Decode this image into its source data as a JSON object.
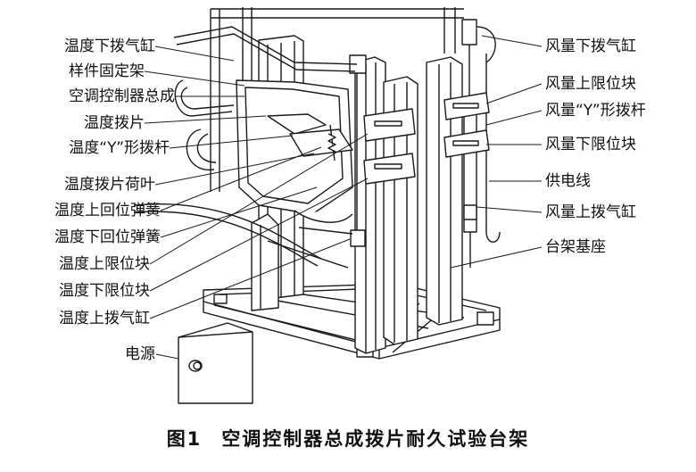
{
  "figure": {
    "number": "图1",
    "title": "空调控制器总成拨片耐久试验台架"
  },
  "labels_left": [
    "温度下拨气缸",
    "样件固定架",
    "空调控制器总成",
    "温度拨片",
    "温度“Y”形拨杆",
    "温度拨片荷叶",
    "温度上回位弹簧",
    "温度下回位弹簧",
    "温度上限位块",
    "温度下限位块",
    "温度上拨气缸",
    "电源"
  ],
  "labels_right": [
    "风量下拨气缸",
    "风量上限位块",
    "风量“Y”形拨杆",
    "风量下限位块",
    "供电线",
    "风量上拨气缸",
    "台架基座"
  ]
}
